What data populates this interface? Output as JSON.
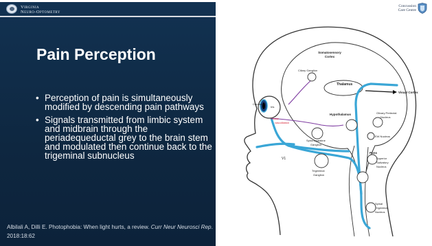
{
  "header": {
    "org_line1": "Virginia",
    "org_line2": "Neuro-Optometry"
  },
  "slide": {
    "title": "Pain Perception",
    "bullets": [
      "Perception of pain is simultaneously modified by descending pain pathways",
      "Signals transmitted from limbic system and midbrain through the periadequeductal grey to the brain stem and modulated then continue back to the trigeminal subnucleus"
    ],
    "citation_authors": "Albilali A, Dilli E. Photophobia: When light hurts, a review. ",
    "citation_journal": "Curr Neur Neurosci Rep",
    "citation_details": ". 2018:18:62"
  },
  "brand": {
    "line1": "Concussion",
    "line2": "Care Centre"
  },
  "diagram": {
    "labels": {
      "somatosensory_cortex": [
        "Somatosensory",
        "Cortex"
      ],
      "ciliary_ganglion": "Ciliary Ganglion",
      "thalamus": "Thalamus",
      "visual_cortex": "Visual Cortex",
      "cornea": "Cornea",
      "iris": "Iris",
      "hypothalamus": "Hypothalamus",
      "olivary_pretectal_nucleus": [
        "Olivary Pretectal",
        "Nucleus"
      ],
      "ocular_vasodilation": [
        "Ocular",
        "vasodilation"
      ],
      "ew_nucleus": "EW Nucleus",
      "sphenopalatine_ganglion": [
        "Sphenopalatine",
        "Ganglion"
      ],
      "pons": "Pons",
      "superior_salivatory_nucleus": [
        "Superior",
        "Salivatory",
        "Nucleus"
      ],
      "v1": "V1",
      "trigeminal_ganglion": [
        "Trigeminal",
        "Ganglion"
      ],
      "spinal_trigeminal_nucleus": [
        "Spinal",
        "Trigeminal",
        "Nucleus"
      ]
    },
    "colors": {
      "pathway": "#3aa6d6",
      "nerve": "#7d3aa0",
      "vasodilation": "#d8283a",
      "outline": "#333333",
      "eye": "#1a3f7a"
    }
  }
}
